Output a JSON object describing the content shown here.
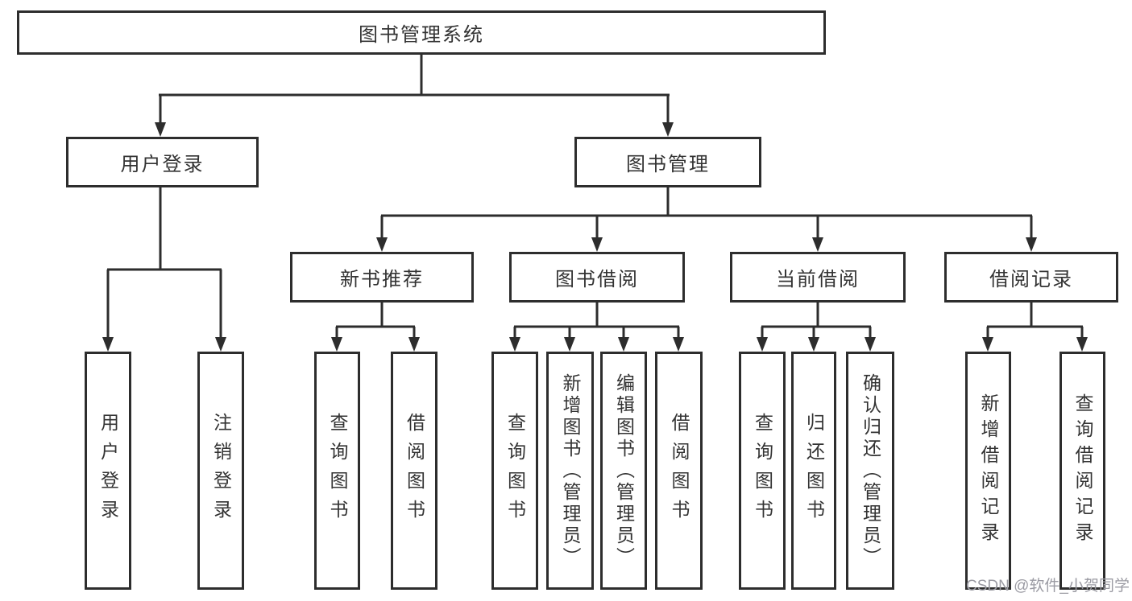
{
  "tree": {
    "label": "图书管理系统",
    "children": [
      {
        "label": "用户登录",
        "children": [
          {
            "label": "用户登录"
          },
          {
            "label": "注销登录"
          }
        ]
      },
      {
        "label": "图书管理",
        "children": [
          {
            "label": "新书推荐",
            "children": [
              {
                "label": "查询图书"
              },
              {
                "label": "借阅图书"
              }
            ]
          },
          {
            "label": "图书借阅",
            "children": [
              {
                "label": "查询图书"
              },
              {
                "label": "新增图书（管理员）"
              },
              {
                "label": "编辑图书（管理员）"
              },
              {
                "label": "借阅图书"
              }
            ]
          },
          {
            "label": "当前借阅",
            "children": [
              {
                "label": "查询图书"
              },
              {
                "label": "归还图书"
              },
              {
                "label": "确认归还（管理员）"
              }
            ]
          },
          {
            "label": "借阅记录",
            "children": [
              {
                "label": "新增借阅记录"
              },
              {
                "label": "查询借阅记录"
              }
            ]
          }
        ]
      }
    ]
  },
  "watermark": {
    "text": "CSDN @软件_小贺同学"
  },
  "colors": {
    "line": "#2d2d2d",
    "text": "#333333",
    "background": "#ffffff",
    "watermark": "#9b9ba3"
  }
}
